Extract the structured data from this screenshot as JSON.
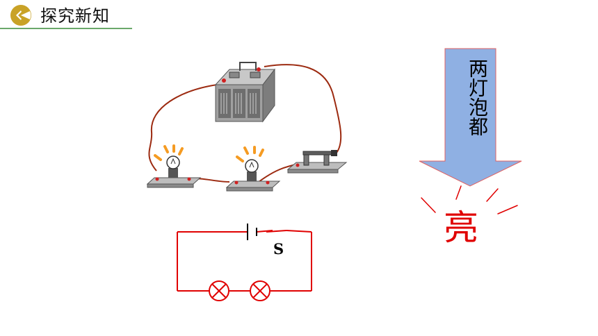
{
  "header": {
    "title": "探究新知",
    "icon": "pie-chart-icon",
    "accent_color": "#c9a227",
    "rule_color": "#6aa86a"
  },
  "diagram": {
    "arrow": {
      "text": "两灯泡都",
      "fill_color": "#8fb0e3",
      "border_color": "#e06060"
    },
    "result": {
      "text": "亮",
      "color": "#e00000"
    },
    "circuit_schematic": {
      "switch_label": "S",
      "wire_color": "#e00000"
    },
    "physical_circuit": {
      "wire_color": "#9c2a10",
      "bulb_glow_color": "#f59b22"
    }
  }
}
